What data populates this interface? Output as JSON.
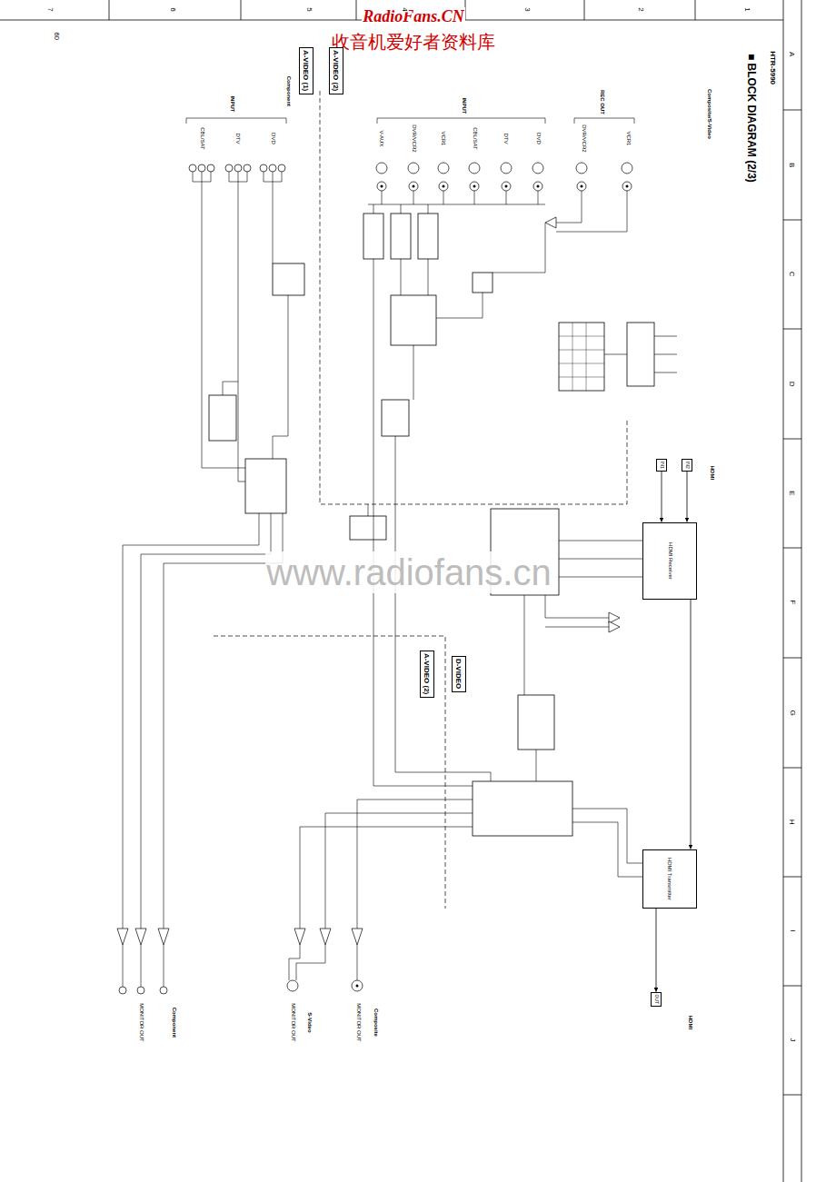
{
  "diagram": {
    "title": "■ BLOCK DIAGRAM (2/3)",
    "nodes": [
      {
        "text": [
          "A-VIDEO (1)"
        ]
      },
      {
        "text": [
          "A-VIDEO (2)"
        ]
      },
      {
        "text": [
          "IN1"
        ]
      },
      {
        "text": [
          "IN2"
        ]
      },
      {
        "text": [
          "HDMI Receiver"
        ]
      },
      {
        "text": [
          "HDMI Transmitter"
        ]
      },
      {
        "text": [
          "D-VIDEO"
        ]
      },
      {
        "text": [
          "A-VIDEO (2)"
        ]
      },
      {
        "text": [
          "OUT"
        ]
      }
    ],
    "edges": [
      {
        "from": 2,
        "to": 4,
        "arrow": "to"
      },
      {
        "from": 3,
        "to": 4,
        "arrow": "to"
      },
      {
        "from": 4,
        "to": 5,
        "arrow": "to"
      },
      {
        "from": 5,
        "to": 8,
        "arrow": "to"
      }
    ],
    "labels": [
      "RadioFans.CN",
      "收音机爱好者资料库",
      "HTR-5990",
      "Composite/S-Video",
      "60",
      "7",
      "6",
      "5",
      "4",
      "3",
      "2",
      "1",
      "A",
      "B",
      "C",
      "D",
      "E",
      "F",
      "G",
      "H",
      "I",
      "J",
      "REC OUT",
      "VCR1",
      "DVR/VCR2",
      "INPUT",
      "DVD",
      "DTV",
      "CBL/SAT",
      "VCR1",
      "DVR/VCR2",
      "V-AUX",
      "Component",
      "INPUT",
      "DVD",
      "DTV",
      "CBL/SAT",
      "HDMI",
      "HDMI",
      "Composite",
      "MONITOR OUT",
      "S-Video",
      "MONITOR OUT",
      "Component",
      "MONITOR OUT",
      "www.radiofans.cn"
    ]
  }
}
